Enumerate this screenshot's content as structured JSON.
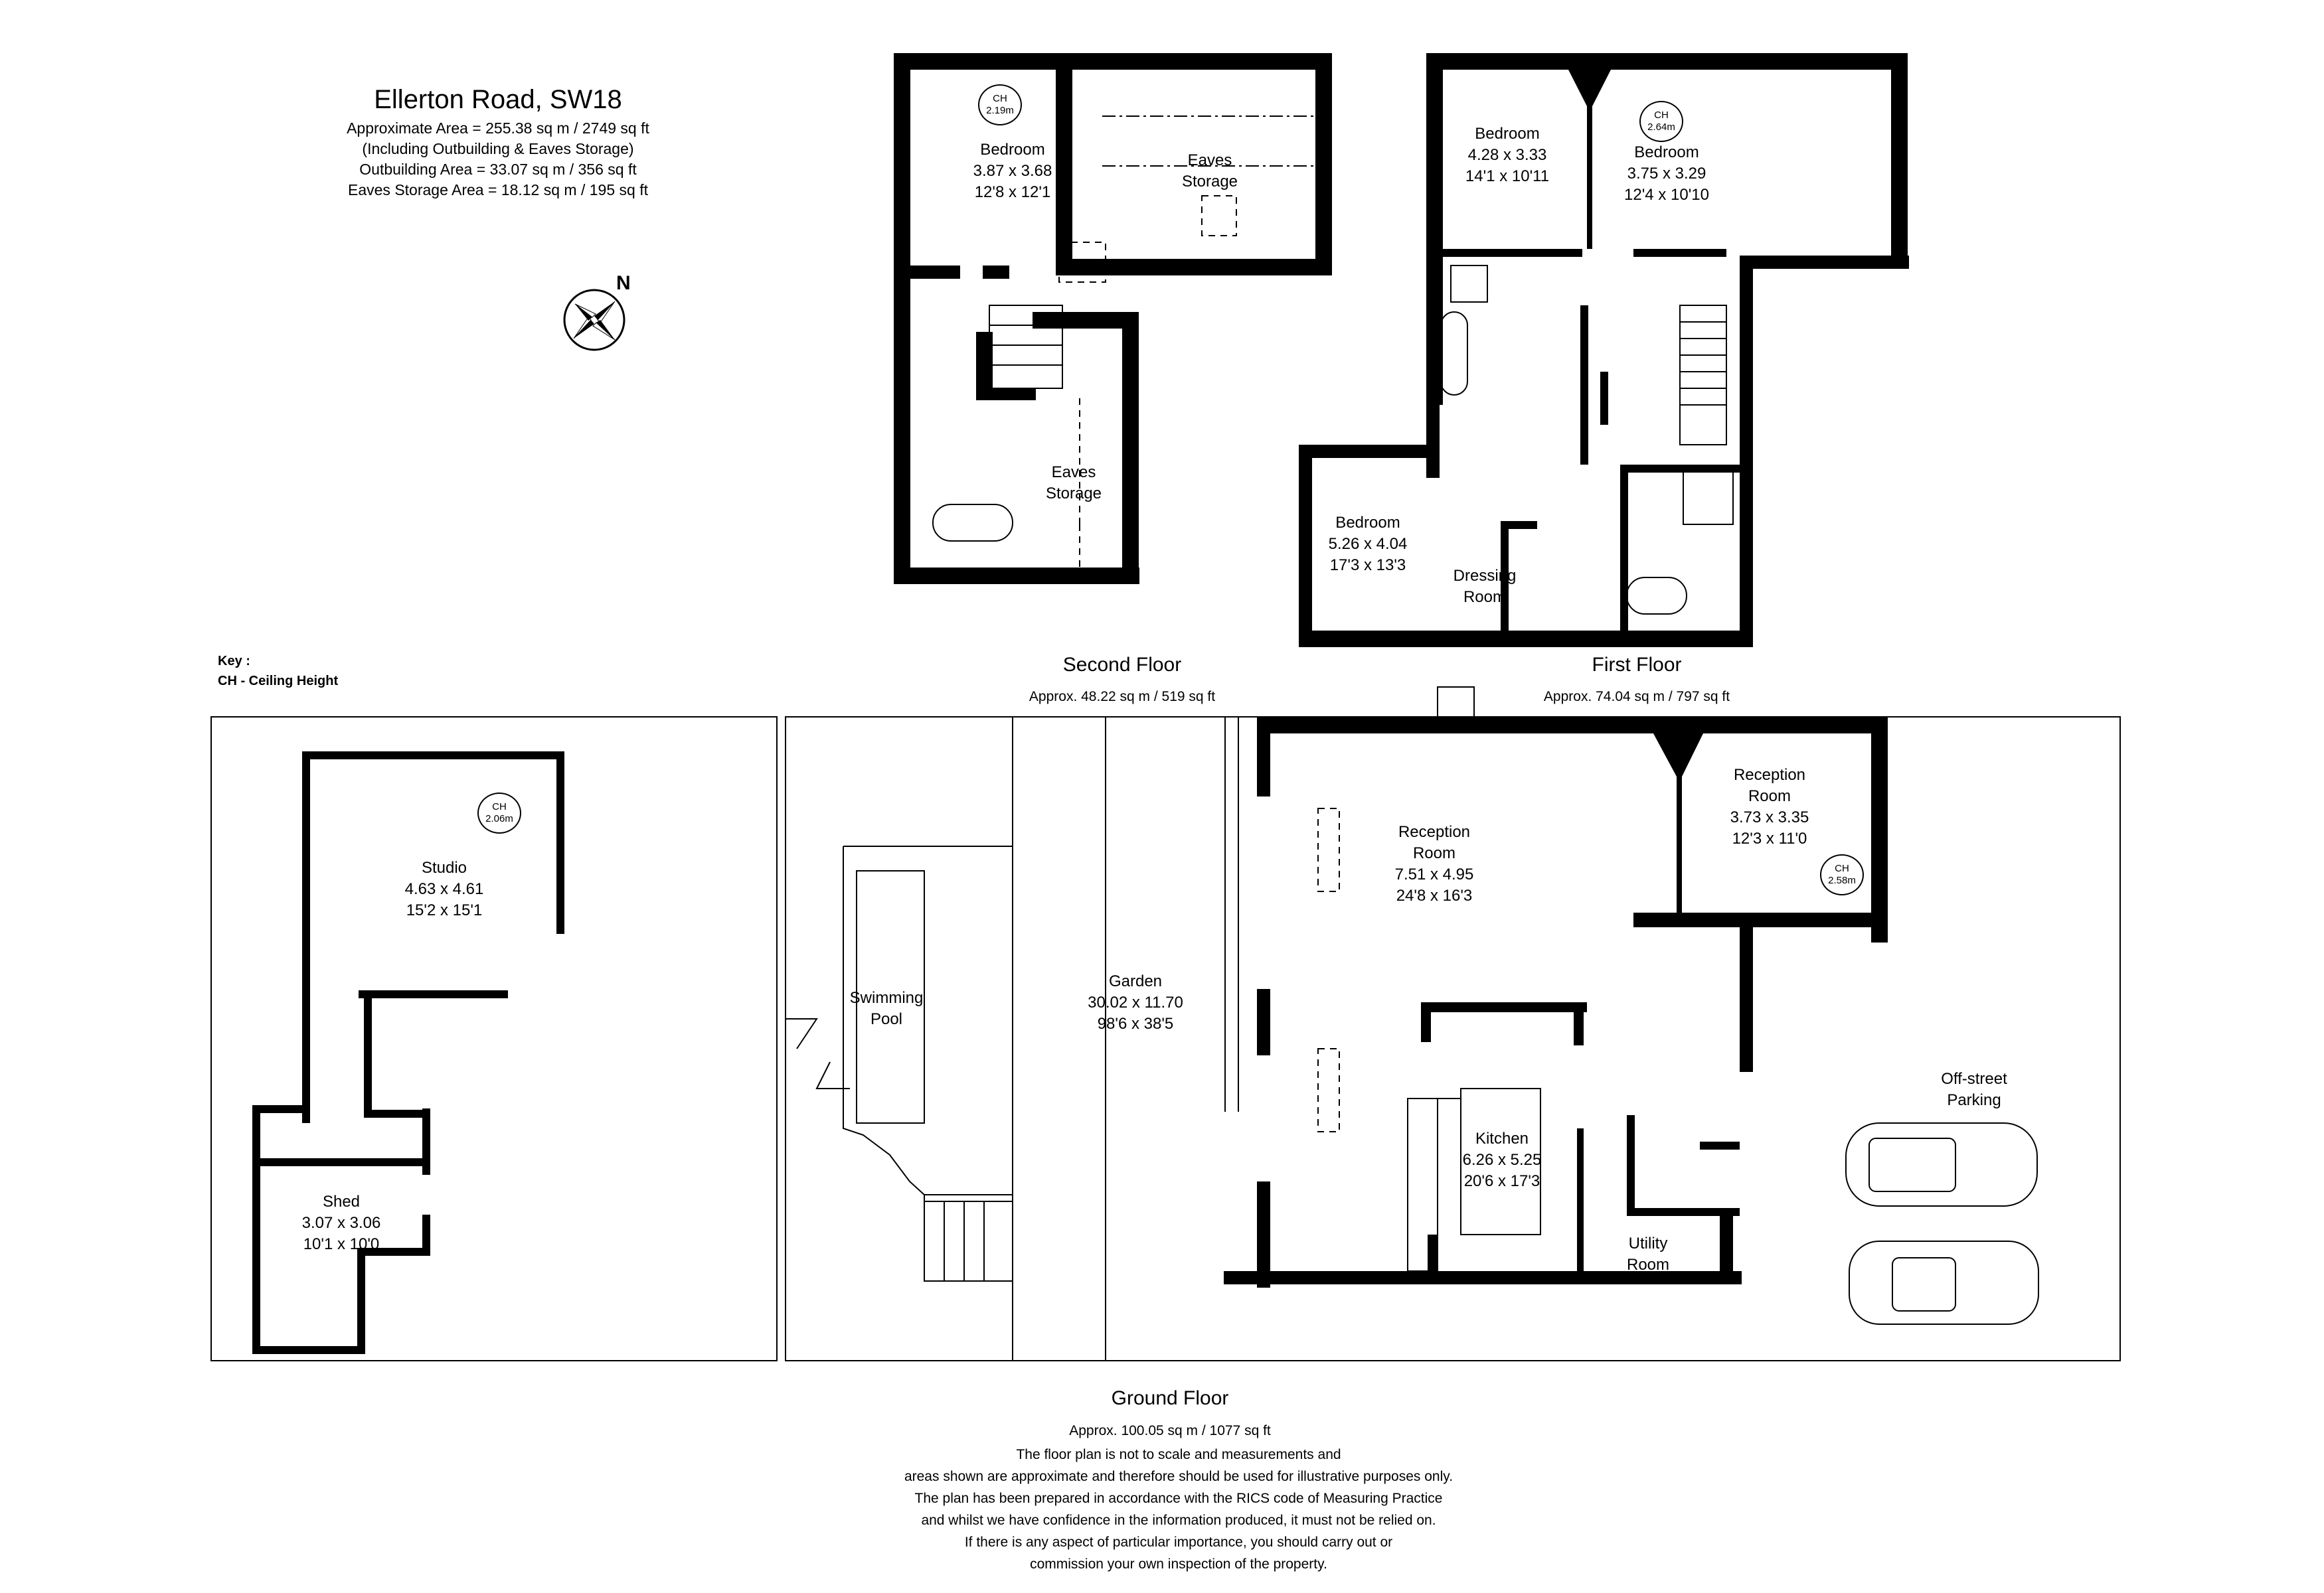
{
  "header": {
    "title": "Ellerton Road, SW18",
    "area_lines": [
      "Approximate Area =  255.38 sq m / 2749 sq ft",
      "(Including Outbuilding & Eaves Storage)",
      "Outbuilding Area =  33.07 sq m / 356 sq ft",
      "Eaves Storage Area =  18.12 sq m / 195 sq ft"
    ]
  },
  "compass": {
    "icon": "north-compass-rose-icon",
    "label": "N"
  },
  "key": {
    "title": "Key :",
    "entry": "CH - Ceiling Height"
  },
  "floors": {
    "second": {
      "name": "Second Floor",
      "area": "Approx. 48.22 sq m / 519 sq ft"
    },
    "first": {
      "name": "First Floor",
      "area": "Approx. 74.04 sq m / 797 sq ft"
    },
    "ground": {
      "name": "Ground Floor",
      "area": "Approx. 100.05 sq m / 1077 sq ft"
    }
  },
  "rooms": {
    "second_bedroom": {
      "name": "Bedroom",
      "metric": "3.87 x 3.68",
      "imperial": "12'8 x 12'1",
      "ch": "2.19m"
    },
    "second_eaves_1": {
      "line1": "Eaves",
      "line2": "Storage"
    },
    "second_eaves_2": {
      "line1": "Eaves",
      "line2": "Storage"
    },
    "first_bedroom_1": {
      "name": "Bedroom",
      "metric": "4.28 x 3.33",
      "imperial": "14'1 x 10'11"
    },
    "first_bedroom_2": {
      "name": "Bedroom",
      "metric": "3.75 x 3.29",
      "imperial": "12'4 x 10'10",
      "ch": "2.64m"
    },
    "first_bedroom_3": {
      "name": "Bedroom",
      "metric": "5.26 x 4.04",
      "imperial": "17'3 x 13'3"
    },
    "first_dressing": {
      "line1": "Dressing",
      "line2": "Room"
    },
    "studio": {
      "name": "Studio",
      "metric": "4.63 x 4.61",
      "imperial": "15'2 x 15'1",
      "ch": "2.06m"
    },
    "shed": {
      "name": "Shed",
      "metric": "3.07 x 3.06",
      "imperial": "10'1 x 10'0"
    },
    "pool": {
      "line1": "Swimming",
      "line2": "Pool"
    },
    "garden": {
      "name": "Garden",
      "metric": "30.02 x 11.70",
      "imperial": "98'6 x 38'5"
    },
    "reception_1": {
      "line1": "Reception",
      "line2": "Room",
      "metric": "7.51 x 4.95",
      "imperial": "24'8 x 16'3"
    },
    "reception_2": {
      "line1": "Reception",
      "line2": "Room",
      "metric": "3.73 x 3.35",
      "imperial": "12'3 x 11'0",
      "ch": "2.58m"
    },
    "kitchen": {
      "name": "Kitchen",
      "metric": "6.26 x 5.25",
      "imperial": "20'6 x 17'3"
    },
    "utility": {
      "line1": "Utility",
      "line2": "Room"
    },
    "parking": {
      "line1": "Off-street",
      "line2": "Parking"
    }
  },
  "ch_label": "CH",
  "disclaimer": [
    "The floor plan is not to scale and measurements and",
    "areas shown are approximate and therefore should be used for illustrative purposes only.",
    "The plan has been prepared in accordance with the RICS code of Measuring Practice",
    "and whilst we have confidence in the information produced, it must not be relied on.",
    "If there is any aspect of particular importance, you should carry out or",
    "commission your own inspection of the property."
  ]
}
